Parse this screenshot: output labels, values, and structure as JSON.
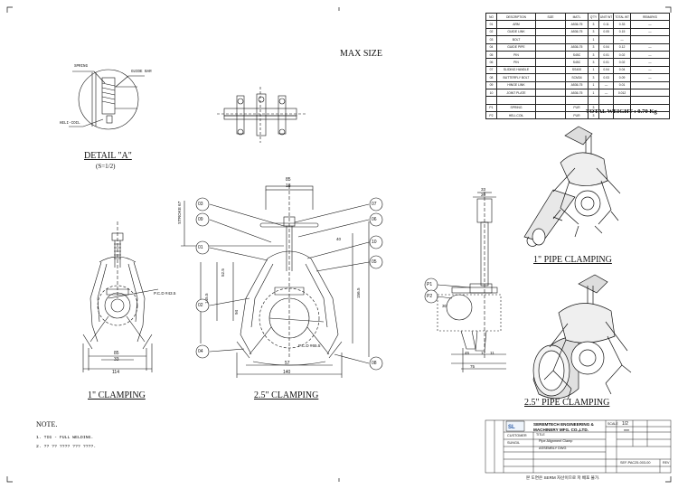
{
  "bom": {
    "headers": [
      "NO",
      "DESCRIPTION",
      "SIZE",
      "MAT'L",
      "Q'TY",
      "UNIT WT",
      "TOTAL WT",
      "REMARKS"
    ],
    "rows": [
      {
        "no": "01",
        "desc": "ARM",
        "size": "",
        "matl": "A536-75",
        "qty": "3",
        "unit": "0.11",
        "total": "0.33",
        "remarks": "—"
      },
      {
        "no": "02",
        "desc": "GUIDE LINK",
        "size": "",
        "matl": "A536-75",
        "qty": "3",
        "unit": "0.05",
        "total": "0.15",
        "remarks": "—"
      },
      {
        "no": "03",
        "desc": "BOLT",
        "size": "",
        "matl": "",
        "qty": "1",
        "unit": "",
        "total": "—",
        "remarks": ""
      },
      {
        "no": "04",
        "desc": "GUIDE PIPE",
        "size": "",
        "matl": "A536-75",
        "qty": "3",
        "unit": "0.04",
        "total": "0.12",
        "remarks": "—"
      },
      {
        "no": "05",
        "desc": "PIN",
        "size": "",
        "matl": "S45C",
        "qty": "3",
        "unit": "0.01",
        "total": "0.02",
        "remarks": "—"
      },
      {
        "no": "06",
        "desc": "PIN",
        "size": "",
        "matl": "S45C",
        "qty": "3",
        "unit": "0.01",
        "total": "0.02",
        "remarks": "—"
      },
      {
        "no": "07",
        "desc": "SLIDING HANDLE",
        "size": "",
        "matl": "SS400",
        "qty": "1",
        "unit": "0.04",
        "total": "0.04",
        "remarks": "—"
      },
      {
        "no": "08",
        "desc": "BUTTERFLY BOLT",
        "size": "",
        "matl": "SCM34",
        "qty": "3",
        "unit": "0.03",
        "total": "0.09",
        "remarks": "—"
      },
      {
        "no": "09",
        "desc": "HINGE LINK",
        "size": "",
        "matl": "A536-75",
        "qty": "1",
        "unit": "—",
        "total": "0.01",
        "remarks": ""
      },
      {
        "no": "10",
        "desc": "JOINT PLATE",
        "size": "",
        "matl": "A536-75",
        "qty": "1",
        "unit": "—",
        "total": "0.012",
        "remarks": ""
      },
      {
        "no": "",
        "desc": "",
        "size": "",
        "matl": "",
        "qty": "",
        "unit": "",
        "total": "",
        "remarks": ""
      },
      {
        "no": "P1",
        "desc": "SPRING",
        "size": "",
        "matl": "PUR",
        "qty": "3",
        "unit": "",
        "total": "",
        "remarks": ""
      },
      {
        "no": "P2",
        "desc": "HELI-COIL",
        "size": "",
        "matl": "PUR",
        "qty": "3",
        "unit": "",
        "total": "",
        "remarks": ""
      }
    ]
  },
  "total_weight": "TOTAL WEIGHT : 0.70 Kg",
  "max_size": "MAX SIZE",
  "detail": {
    "title": "DETAIL \"A\"",
    "scale": "(S=1/2)",
    "spring": "SPRING",
    "guide_bar": "GUIDE BAR",
    "heli_coil": "HELI-COIL"
  },
  "labels": {
    "clamp1": "1\" CLAMPING",
    "clamp25": "2.5\" CLAMPING",
    "pipe1": "1\" PIPE CLAMPING",
    "pipe25": "2.5\" PIPE CLAMPING"
  },
  "callouts": [
    "03",
    "09",
    "01",
    "02",
    "04",
    "07",
    "06",
    "10",
    "05",
    "08",
    "P1",
    "P2"
  ],
  "dims": {
    "d85top": "85",
    "d18": "18",
    "stroke": "STROKE 67",
    "d40": "40",
    "d52_5": "52.5",
    "d145": "145.5",
    "d94": "94",
    "d156": "156.5",
    "d57": "57",
    "d140": "140",
    "pcd1": "P.C.D #43.5",
    "pcd2": "P.C.D #65.5",
    "d85": "85",
    "d33": "33",
    "d114": "114",
    "s33": "33",
    "s20": "20",
    "s45": "45",
    "s17": "17",
    "s11": "11",
    "s75": "75",
    "s30": "30"
  },
  "note": {
    "title": "NOTE.",
    "line1": "1. TIG - FULL WELDING.",
    "line2": "2. ?? ?? ???? ??? ????."
  },
  "title_block": {
    "company1": "SEREMTECH ENGINEERING &",
    "company2": "MACHINERY MFG. CO.,LTD.",
    "customer_label": "CUSTOMER",
    "customer": "SUNGIL",
    "title_label": "TITLE",
    "title": "Pipe Alignment Clamp",
    "assy": "ASSEMBLY DWG",
    "scale_label": "SCALE",
    "scale": "1/2",
    "unit": "mm",
    "rev": "REV",
    "dwg_no": "SEF-PAC25-003-00",
    "footer": "본 도면은 SERM 자산이므로 저 배포 불가."
  }
}
